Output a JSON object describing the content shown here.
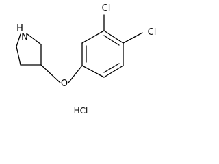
{
  "molecule": {
    "atoms": {
      "N": "N",
      "H": "H",
      "O": "O",
      "Cl_meta": "Cl",
      "Cl_para": "Cl"
    },
    "salt": "HCl"
  }
}
